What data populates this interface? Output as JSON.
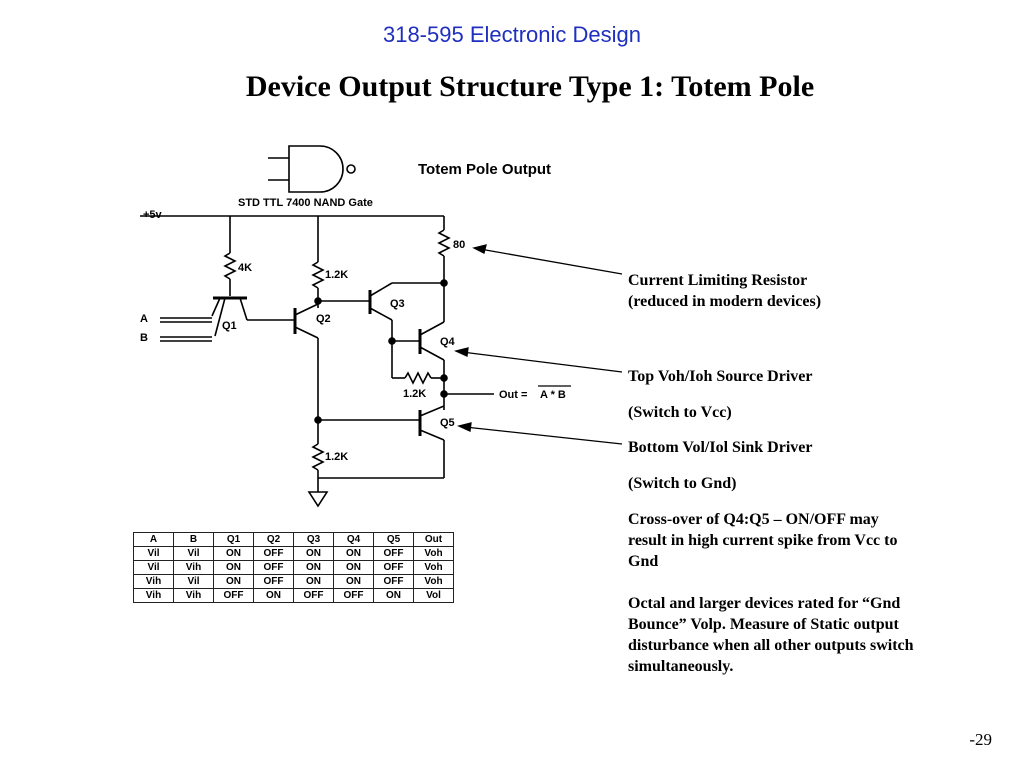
{
  "header": {
    "course": "318-595 Electronic Design",
    "title": "Device Output Structure Type 1:  Totem Pole"
  },
  "schematic": {
    "heading": "Totem Pole Output",
    "gate_label": "STD TTL 7400 NAND Gate",
    "supply": "+5v",
    "inputs": [
      "A",
      "B"
    ],
    "resistors": [
      "4K",
      "1.2K",
      "80",
      "1.2K",
      "1.2K"
    ],
    "transistors": [
      "Q1",
      "Q2",
      "Q3",
      "Q4",
      "Q5"
    ],
    "output_label": "Out =",
    "output_expr": "A * B"
  },
  "truth_table": {
    "headers": [
      "A",
      "B",
      "Q1",
      "Q2",
      "Q3",
      "Q4",
      "Q5",
      "Out"
    ],
    "rows": [
      [
        "Vil",
        "Vil",
        "ON",
        "OFF",
        "ON",
        "ON",
        "OFF",
        "Voh"
      ],
      [
        "Vil",
        "Vih",
        "ON",
        "OFF",
        "ON",
        "ON",
        "OFF",
        "Voh"
      ],
      [
        "Vih",
        "Vil",
        "ON",
        "OFF",
        "ON",
        "ON",
        "OFF",
        "Voh"
      ],
      [
        "Vih",
        "Vih",
        "OFF",
        "ON",
        "OFF",
        "OFF",
        "ON",
        "Vol"
      ]
    ]
  },
  "notes": {
    "resistor_1": "Current Limiting Resistor",
    "resistor_2": "(reduced in modern devices)",
    "source_1": "Top Voh/Ioh Source Driver",
    "source_2": "(Switch to Vcc)",
    "sink_1": "Bottom Vol/Iol Sink Driver",
    "sink_2": "(Switch to Gnd)",
    "crossover": "Cross-over of Q4:Q5 – ON/OFF may result in high current spike from Vcc to Gnd",
    "bounce": "Octal and larger devices rated for “Gnd Bounce”  Volp.  Measure of Static output disturbance when all other outputs switch simultaneously."
  },
  "footer": {
    "slide_number": "-29"
  }
}
